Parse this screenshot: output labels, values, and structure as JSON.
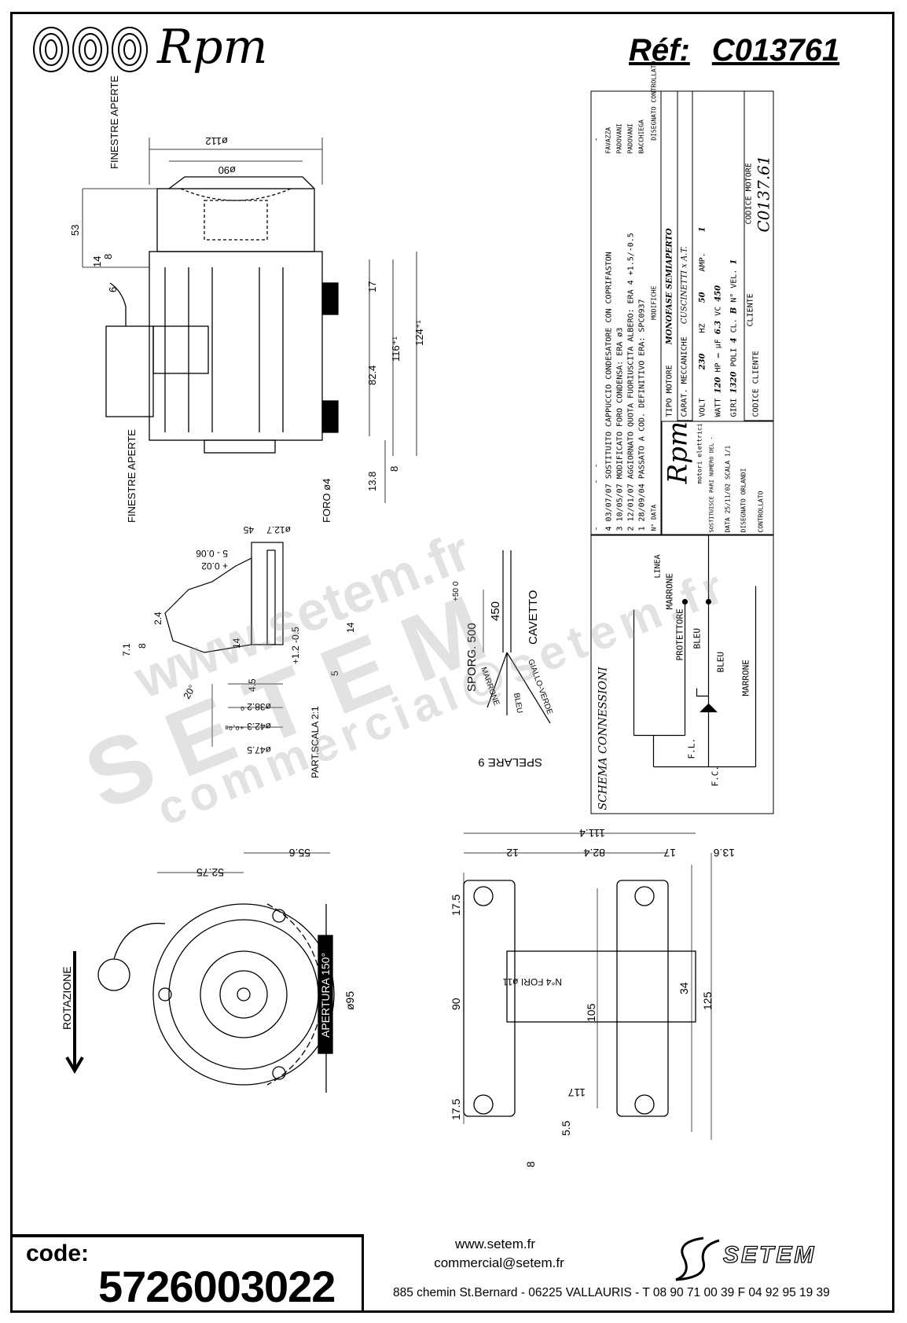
{
  "header": {
    "brand": "Rpm",
    "ref_label": "Réf:",
    "ref_value": "C013761"
  },
  "drawing_labels": {
    "finestre_aperte": "FINESTRE APERTE",
    "dia112": "ø112",
    "dia90": "ø90",
    "d53": "53",
    "d14": "14",
    "d8": "8",
    "d6": "6",
    "d17": "17",
    "d82_4": "82.4",
    "d116": "116⁺¹",
    "d124": "124⁺¹",
    "d13_8": "13.8",
    "d8b": "8",
    "foro4": "FORO ø4",
    "det45": "45",
    "det12_7": "ø12.7",
    "det5": "5 - 0.06",
    "det5b": "+ 0.02",
    "det2_4": "2.4",
    "det7_1": "7.1",
    "det8": "8",
    "det14": "14",
    "det4_5": "4.5",
    "det1_2": "+1.2 -0.5",
    "det5c": "5",
    "det14b": "14",
    "det20": "20°",
    "det38_2": "ø38.2 ⁰",
    "det42_3": "ø42.3 ⁺⁰·⁰⁸",
    "det47_5": "ø47.5",
    "part_scala": "PART.SCALA 2:1",
    "sporg": "SPORG. 500",
    "sporg_tol": "+50 0",
    "d450": "450",
    "cavetto": "CAVETTO",
    "marrone": "MARRONE",
    "bleu": "BLEU",
    "giallo_verde": "GIALLO-VERDE",
    "spelare": "SPELARE 9",
    "d55_6": "55.6",
    "d52_75": "52.75",
    "rotazione": "ROTAZIONE",
    "apertura": "APERTURA 150°",
    "dia95": "ø95",
    "d111_4": "111.4",
    "d13_6": "13.6",
    "d82_4b": "82.4",
    "d12": "12",
    "d17b": "17",
    "d17_5a": "17.5",
    "d90": "90",
    "d17_5b": "17.5",
    "fori": "N°4 FORI ø11",
    "d105": "105",
    "d34": "34",
    "d125": "125",
    "d117": "117",
    "d5_5": "5.5",
    "d8c": "8",
    "eq": "="
  },
  "title_block": {
    "revisions_header": {
      "n": "N°",
      "date": "DATA",
      "desc": "MODIFICHE",
      "drawn": "DISEGNATO",
      "checked": "CONTROLLATO"
    },
    "blank_row": {
      "n": "-",
      "date": "-",
      "desc": "-",
      "drawn": "-"
    },
    "revisions": [
      {
        "n": "4",
        "date": "03/07/07",
        "desc": "SOSTITUITO CAPPUCCIO CONDESATORE CON COPRIFASTON",
        "drawn": "FAVAZZA"
      },
      {
        "n": "3",
        "date": "10/05/07",
        "desc": "MODIFICATO FORO CONDENSA: ERA ø3",
        "drawn": "PADOVANI"
      },
      {
        "n": "2",
        "date": "12/01/07",
        "desc": "AGGIORNATO QUOTA FUORIUSCITA ALBERO: ERA 4 +1.5/-0.5",
        "drawn": "PADOVANI"
      },
      {
        "n": "1",
        "date": "28/09/04",
        "desc": "PASSATO A COD. DEFINITIVO ERA: SPC0937",
        "drawn": "BACCHIEGA"
      }
    ],
    "logo": {
      "brand": "Rpm",
      "sub": "motori elettrici"
    },
    "tipo_motore_label": "TIPO MOTORE",
    "tipo_motore": "MONOFASE SEMIAPERTO",
    "carat_label": "CARAT. MECCANICHE",
    "carat": "CUSCINETTI x A.T.",
    "specs": [
      [
        {
          "l": "VOLT",
          "v": "230"
        },
        {
          "l": "HZ",
          "v": "50"
        },
        {
          "l": "AMP.",
          "v": "1"
        }
      ],
      [
        {
          "l": "WATT",
          "v": "120"
        },
        {
          "l": "HP",
          "v": "–"
        },
        {
          "l": "µF",
          "v": "6.3"
        },
        {
          "l": "VC",
          "v": "450"
        }
      ],
      [
        {
          "l": "GIRI",
          "v": "1320"
        },
        {
          "l": "POLI",
          "v": "4"
        },
        {
          "l": "CL.",
          "v": "B"
        },
        {
          "l": "N° VEL.",
          "v": "1"
        }
      ]
    ],
    "sostituisce": "SOSTITUISCE PARI NUMERO DEL",
    "sostituisce_v": "-",
    "data_label": "DATA",
    "data_v": "25/11/02",
    "scala_label": "SCALA",
    "scala_v": "1/1",
    "disegnato_label": "DISEGNATO",
    "disegnato_v": "ORLANDI",
    "controllato_label": "CONTROLLATO",
    "cliente_label": "CLIENTE",
    "codice_motore_label": "CODICE MOTORE",
    "codice_motore": "C0137.61",
    "codice_cliente_label": "CODICE CLIENTE",
    "schema": {
      "title": "SCHEMA CONNESSIONI",
      "linea": "LINEA",
      "marrone": "MARRONE",
      "protettore": "PROTETTORE",
      "bleu1": "BLEU",
      "bleu2": "BLEU",
      "marrone2": "MARRONE",
      "fl": "F.L.",
      "fc": "F.C."
    }
  },
  "footer": {
    "code_label": "code:",
    "code": "5726003022",
    "web": "www.setem.fr",
    "email": "commercial@setem.fr",
    "address": "885 chemin St.Bernard  -  06225 VALLAURIS  -  T 08 90 71 00 39   F 04 92 95 19 39",
    "logo": "SETEM"
  },
  "watermark": {
    "web": "www.setem.fr",
    "name": "SETEM",
    "email": "commercial@setem.fr"
  }
}
